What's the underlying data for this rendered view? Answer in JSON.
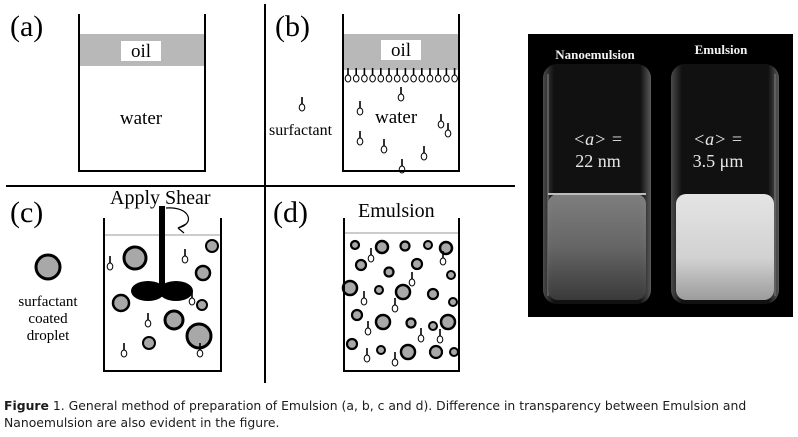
{
  "panels": {
    "a": {
      "label": "(a)",
      "oil": "oil",
      "water": "water"
    },
    "b": {
      "label": "(b)",
      "oil": "oil",
      "water": "water",
      "surfactant": "surfactant"
    },
    "c": {
      "label": "(c)",
      "title": "Apply Shear",
      "legend_line1": "surfactant",
      "legend_line2": "coated",
      "legend_line3": "droplet"
    },
    "d": {
      "label": "(d)",
      "title": "Emulsion"
    }
  },
  "photo": {
    "left_title": "Nanoemulsion",
    "right_title": "Emulsion",
    "symbol": "<a> =",
    "left_value": "22 nm",
    "right_value": "3.5 μm"
  },
  "caption": {
    "figure_label": "Figure",
    "text": " 1. General method of preparation of Emulsion (a, b, c and d). Difference in transparency between Emulsion and Nanoemulsion are also evident in the figure."
  },
  "colors": {
    "oil_fill": "#b8b8b8",
    "droplet_fill": "#a8a8a8",
    "photo_bg": "#000000"
  }
}
